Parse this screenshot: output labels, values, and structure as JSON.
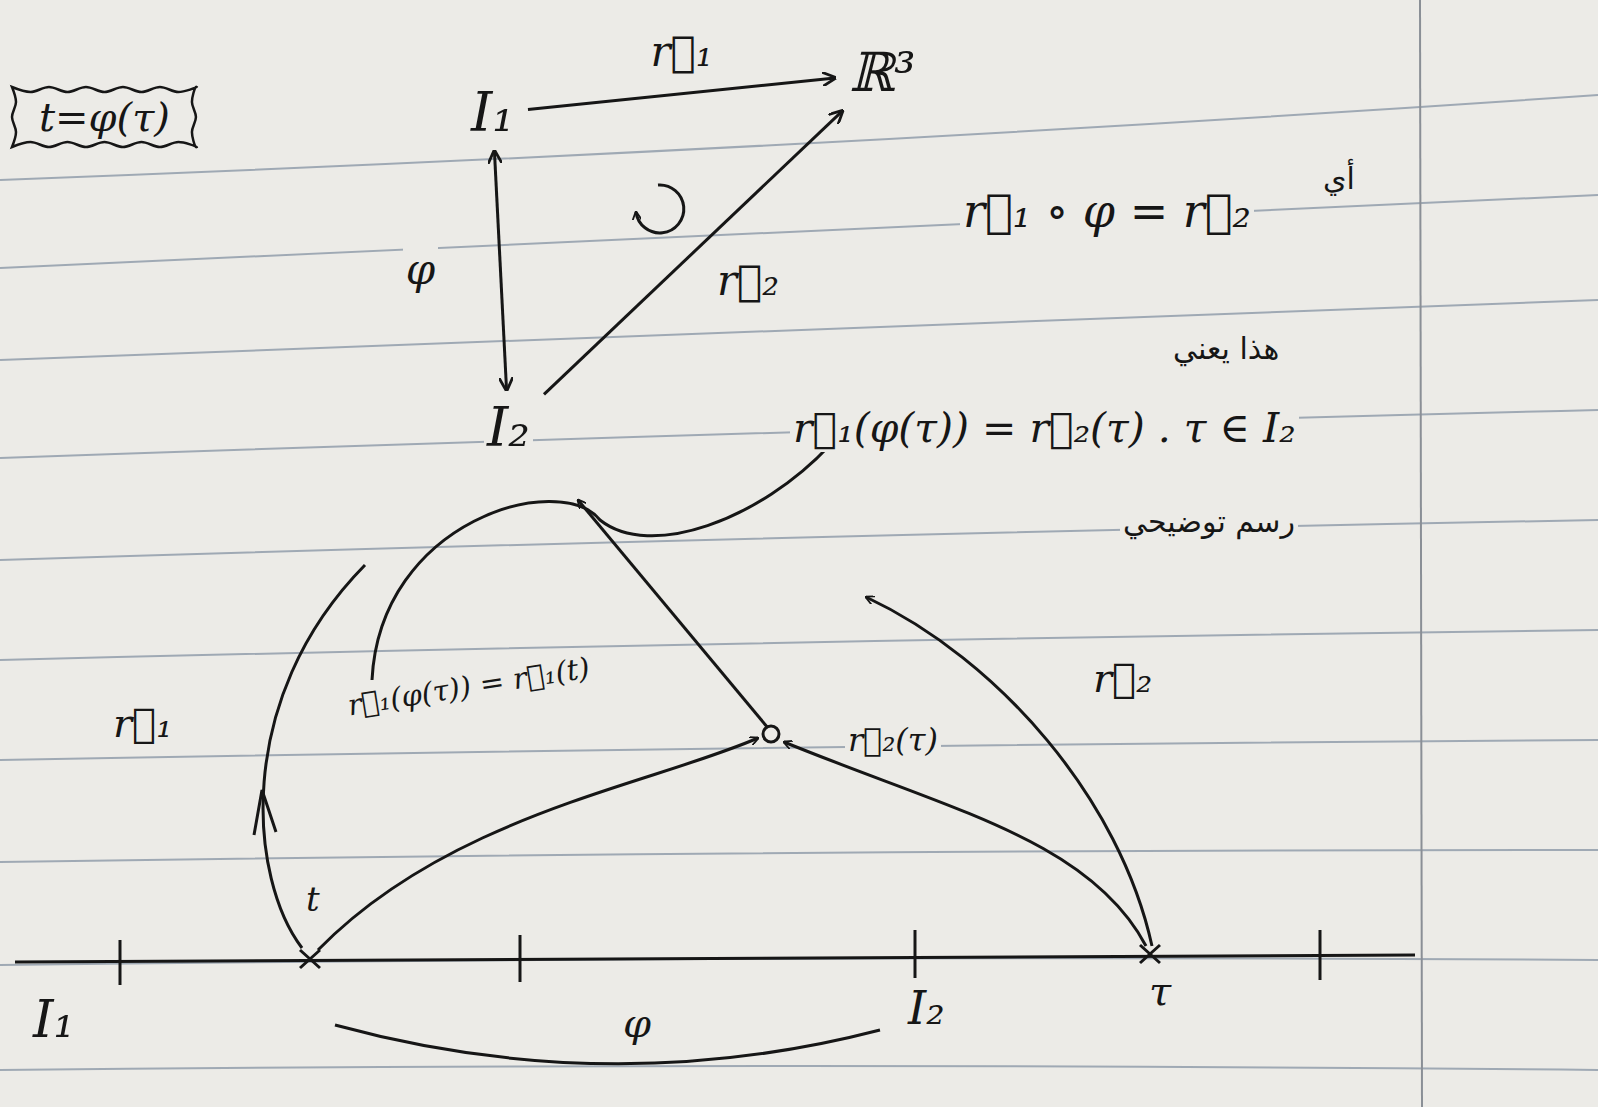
{
  "diagram": {
    "nodes": [
      {
        "text": [
          "t=φ(τ)"
        ]
      },
      {
        "text": [
          "I₁"
        ]
      },
      {
        "text": [
          "ℝ³"
        ]
      },
      {
        "text": [
          "I₂"
        ]
      }
    ],
    "edges": [
      {
        "from": 1,
        "to": 2,
        "arrow": "to",
        "label": "r⃗₁"
      },
      {
        "from": 1,
        "to": 3,
        "arrow": "both",
        "label": "φ"
      },
      {
        "from": 3,
        "to": 2,
        "arrow": "to",
        "label": "r⃗₂"
      }
    ],
    "labels": [
      "أي",
      "r⃗₁ ∘ φ = r⃗₂",
      "هذا يعني",
      "r⃗₁(φ(τ)) = r⃗₂(τ) . τ ∈ I₂",
      "رسم توضيحي",
      "r⃗₁",
      "r⃗₁(φ(τ)) = r⃗₁(t)",
      "r⃗₂(τ)",
      "r⃗₂",
      "t",
      "τ",
      "I₁",
      "I₂",
      "φ"
    ]
  }
}
